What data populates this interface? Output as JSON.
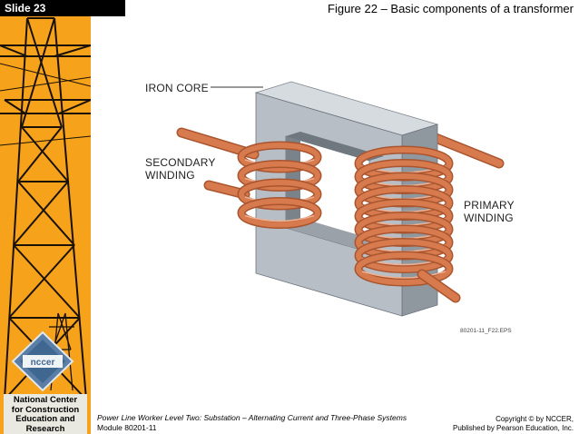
{
  "slide": {
    "number_label": "Slide 23"
  },
  "figure": {
    "title": "Figure 22 – Basic components of a transformer",
    "code": "80201-11_F22.EPS"
  },
  "diagram": {
    "labels": {
      "iron_core": "IRON CORE",
      "secondary_line1": "SECONDARY",
      "secondary_line2": "WINDING",
      "primary_line1": "PRIMARY",
      "primary_line2": "WINDING"
    },
    "secondary_turns": 4,
    "primary_turns": 9
  },
  "sidebar": {
    "logo_text": "nccer",
    "org": {
      "line1": "National Center",
      "line2": "for Construction",
      "line3": "Education and",
      "line4": "Research"
    }
  },
  "footer": {
    "course": "Power Line Worker Level Two: Substation – Alternating Current and Three-Phase Systems",
    "module": "Module 80201-11",
    "copyright_line1": "Copyright © by NCCER,",
    "copyright_line2": "Published by Pearson Education, Inc."
  },
  "colors": {
    "sidebar": "#f6a21a",
    "copper": "#d77a4e",
    "core_front": "#b7bec6",
    "core_top": "#d6dbe0",
    "core_side": "#8f979f"
  }
}
